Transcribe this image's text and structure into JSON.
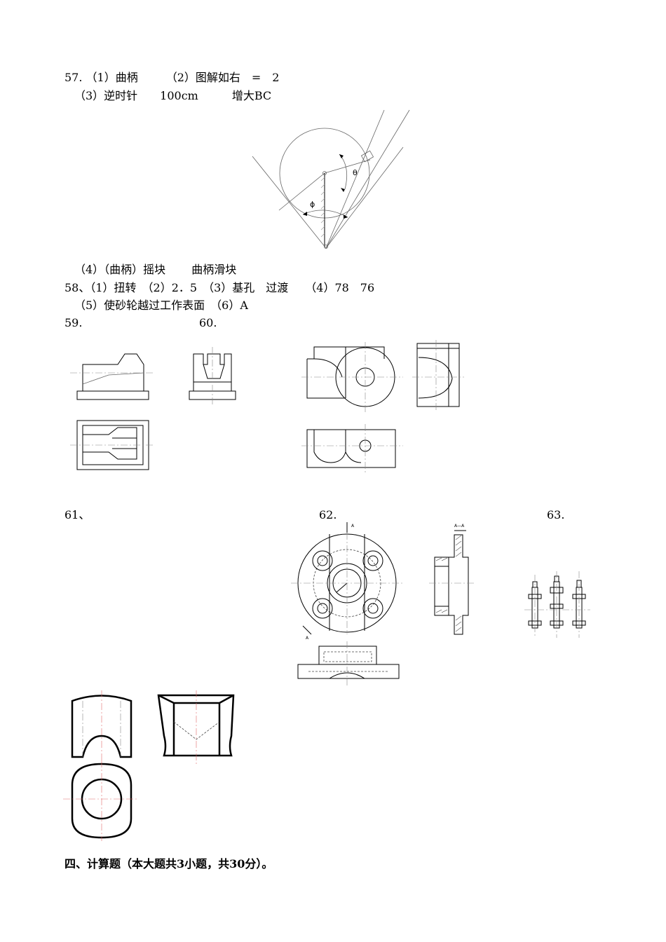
{
  "lines": {
    "q57_a": "57. （1）曲柄　　　（2）图解如右　=　2",
    "q57_b": "（3）逆时针　　100cm　　　增大BC",
    "q57_c": "（4）（曲柄）摇块　　 曲柄滑块",
    "q58_a": "58、（1）扭转　（2）2．5　（3）基孔　过渡　　（4）78　76",
    "q58_b": "（5）使砂轮越过工作表面　（6）A",
    "q59": "59.",
    "q60": "60.",
    "q61": "61、",
    "q62": "62.",
    "q63": "63.",
    "section4": "四、计算题（本大题共3小题，共30分）。"
  },
  "figure_labels": {
    "theta": "θ",
    "phi": "ϕ",
    "section_aa": "A—A",
    "a_top": "A",
    "a_bottom": "A"
  }
}
